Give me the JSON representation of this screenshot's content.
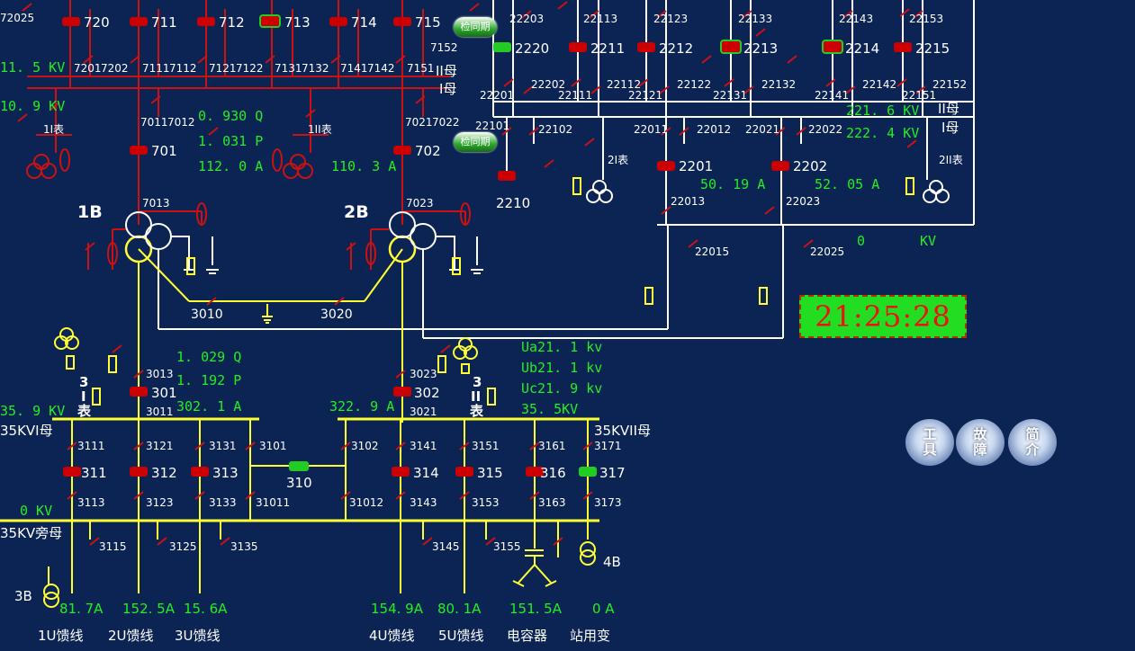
{
  "colors": {
    "background": "#0c2454",
    "line_white": "#ffffff",
    "line_yellow": "#ffff33",
    "line_red": "#cc1111",
    "value_green": "#22ee22",
    "breaker_red": "#cc0000",
    "breaker_green": "#22cc22"
  },
  "bus": {
    "II_label": "II母",
    "I_label": "I母",
    "v_220_II": "221. 6 KV",
    "v_220_I": "222. 4 KV",
    "v_110_II": "11. 5 KV",
    "v_110_I": "10. 9 KV",
    "v_35_I": "35. 9 KV",
    "label_35_I": "35KVI母",
    "v_35_II": "35. 5KV",
    "label_35_II": "35KVII母",
    "v_35_bypass": "0 KV",
    "label_35_bypass": "35KV旁母",
    "v_2x": "0",
    "v_2x_unit": "KV",
    "ua": "Ua21. 1 kv",
    "ub": "Ub21. 1 kv",
    "uc": "Uc21. 9 kv"
  },
  "measurements": {
    "m1b_q": "1. 029 Q",
    "m1b_p": "1. 192 P",
    "m1b_i": "302. 1 A",
    "m701_q": "0. 930 Q",
    "m701_p": "1. 031 P",
    "m701_i": "112. 0 A",
    "m702_i": "110. 3 A",
    "m302_i": "322. 9 A",
    "m2201_i": "50. 19 A",
    "m2202_i": "52. 05 A"
  },
  "transformers": {
    "t1": "1B",
    "t2": "2B",
    "t3": "3B",
    "t4": "4B"
  },
  "meters": {
    "m1I": "1I表",
    "m1II": "1II表",
    "m2I": "2I表",
    "m2II": "2II表",
    "m3I_a": "3",
    "m3I_b": "I",
    "m3I_c": "表",
    "m3II_a": "3",
    "m3II_b": "II",
    "m3II_c": "表"
  },
  "breakers_110": [
    "720",
    "711",
    "712",
    "713",
    "714",
    "715"
  ],
  "breaker_701": "701",
  "breaker_702": "702",
  "breakers_220": [
    "2220",
    "2211",
    "2212",
    "2213",
    "2214",
    "2215"
  ],
  "breaker_2210": "2210",
  "breaker_2201": "2201",
  "breaker_2202": "2202",
  "breakers_35a": [
    "311",
    "312",
    "313"
  ],
  "breakers_35b": [
    "314",
    "315",
    "316",
    "317"
  ],
  "breaker_310": "310",
  "breaker_301": "301",
  "breaker_302": "302",
  "switches": {
    "s72025": "72025",
    "s7152": "7152",
    "s7201": "7201",
    "s7202": "7202",
    "s7111": "7111",
    "s7112": "7112",
    "s7121": "7121",
    "s7122": "7122",
    "s7131": "7131",
    "s7132": "7132",
    "s7141": "7141",
    "s7142": "7142",
    "s7151": "7151",
    "s7011": "7011",
    "s7012": "7012",
    "s7021": "7021",
    "s7022": "7022",
    "s7013": "7013",
    "s7023": "7023",
    "s3010": "3010",
    "s3020": "3020",
    "s3013": "3013",
    "s3011": "3011",
    "s3023": "3023",
    "s3021": "3021",
    "s22203": "22203",
    "s22113": "22113",
    "s22123": "22123",
    "s22133": "22133",
    "s22143": "22143",
    "s22153": "22153",
    "s22201": "22201",
    "s22202": "22202",
    "s22111": "22111",
    "s22112": "22112",
    "s22121": "22121",
    "s22122": "22122",
    "s22131": "22131",
    "s22132": "22132",
    "s22141": "22141",
    "s22142": "22142",
    "s22151": "22151",
    "s22152": "22152",
    "s22101": "22101",
    "s22102": "22102",
    "s22011": "22011",
    "s22012": "22012",
    "s22021": "22021",
    "s22022": "22022",
    "s22013": "22013",
    "s22023": "22023",
    "s22015": "22015",
    "s22025": "22025",
    "s3111": "3111",
    "s3121": "3121",
    "s3131": "3131",
    "s3101": "3101",
    "s3102": "3102",
    "s3141": "3141",
    "s3151": "3151",
    "s3161": "3161",
    "s3171": "3171",
    "s3113": "3113",
    "s3123": "3123",
    "s3133": "3133",
    "s31011": "31011",
    "s31012": "31012",
    "s3143": "3143",
    "s3153": "3153",
    "s3163": "3163",
    "s3173": "3173",
    "s3115": "3115",
    "s3125": "3125",
    "s3135": "3135",
    "s3145": "3145",
    "s3155": "3155"
  },
  "feeders": [
    {
      "current": "81. 7A",
      "name": "1U馈线"
    },
    {
      "current": "152. 5A",
      "name": "2U馈线"
    },
    {
      "current": "15. 6A",
      "name": "3U馈线"
    },
    {
      "current": "154. 9A",
      "name": "4U馈线"
    },
    {
      "current": "80. 1A",
      "name": "5U馈线"
    },
    {
      "current": "151. 5A",
      "name": "电容器"
    },
    {
      "current": "0 A",
      "name": "站用变"
    }
  ],
  "sync_buttons": [
    "检同期",
    "检同期"
  ],
  "clock": "21:25:28",
  "controls": [
    {
      "label": "工 具"
    },
    {
      "label": "故 障"
    },
    {
      "label": "简 介"
    }
  ]
}
